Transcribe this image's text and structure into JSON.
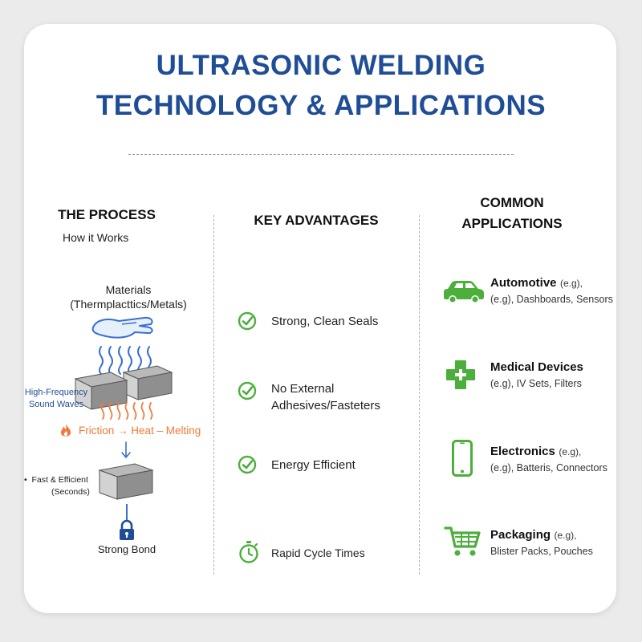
{
  "title": {
    "line1": "ULTRASONIC WELDING",
    "line2": "TECHNOLOGY & APPLICATIONS"
  },
  "process": {
    "heading": "THE PROCESS",
    "subheading": "How it Works",
    "materials_line1": "Materials",
    "materials_line2": "(Thermplacttics/Metals)",
    "waves_label_line1": "High-Frequency",
    "waves_label_line2": "Sound Waves",
    "friction_label": "Friction → Heat – Melting",
    "fast_line1": "Fast & Efficient",
    "fast_line2": "(Seconds)",
    "bond_label": "Strong Bond"
  },
  "advantages": {
    "heading": "KEY ADVANTAGES",
    "items": [
      {
        "line1": "Strong, Clean Seals",
        "line2": "",
        "icon": "check-circle-icon"
      },
      {
        "line1": "No External",
        "line2": "Adhesives/Fasteters",
        "icon": "check-circle-icon"
      },
      {
        "line1": "Energy Efficient",
        "line2": "",
        "icon": "check-circle-icon"
      },
      {
        "line1": "Rapid Cycle Times",
        "line2": "",
        "icon": "stopwatch-icon"
      }
    ]
  },
  "applications": {
    "heading_line1": "COMMON",
    "heading_line2": "APPLICATIONS",
    "items": [
      {
        "title": "Automotive",
        "paren": "(e.g),",
        "desc": "(e.g), Dashboards, Sensors",
        "icon": "car-icon"
      },
      {
        "title": "Medical Devices",
        "paren": "",
        "desc": "(e.g), IV Sets, Filters",
        "icon": "medical-cross-icon"
      },
      {
        "title": "Electronics",
        "paren": "(e.g),",
        "desc": "(e.g), Batteris, Connectors",
        "icon": "smartphone-icon"
      },
      {
        "title": "Packaging",
        "paren": "(e.g),",
        "desc": "Blister Packs, Pouches",
        "icon": "shopping-cart-icon"
      }
    ]
  },
  "colors": {
    "title_blue": "#1f4e96",
    "accent_green": "#4caf3c",
    "wave_blue": "#3a6fd0",
    "heat_orange": "#f07a3a",
    "lock_blue": "#1f4e96"
  }
}
